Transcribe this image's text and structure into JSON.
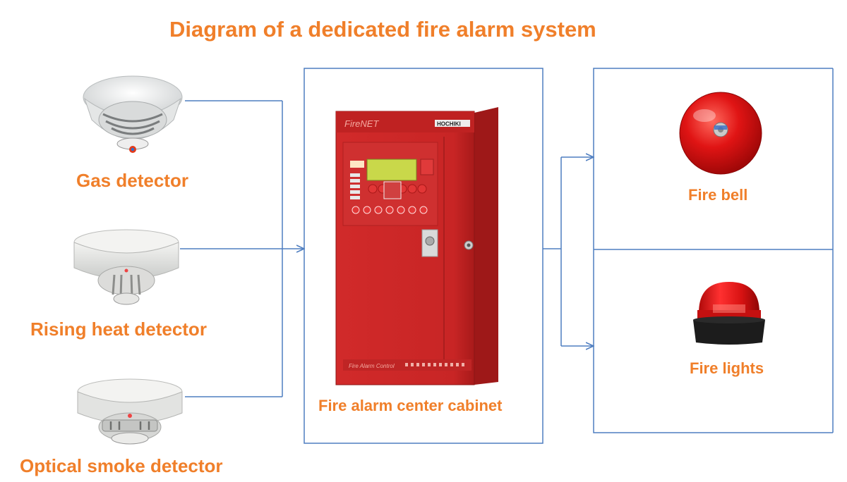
{
  "title": "Diagram of a dedicated fire alarm system",
  "inputs": {
    "gas_detector": "Gas detector",
    "heat_detector": "Rising heat detector",
    "smoke_detector": "Optical smoke detector"
  },
  "center": {
    "label": "Fire alarm center cabinet",
    "panel_brand": "FireNET",
    "panel_maker": "HOCHIKI",
    "panel_footer": "Fire Alarm Control"
  },
  "outputs": {
    "fire_bell": "Fire bell",
    "fire_lights": "Fire lights"
  },
  "colors": {
    "label": "#f07f2a",
    "connector": "#4f7ec0",
    "panel": "#d32b2b"
  }
}
